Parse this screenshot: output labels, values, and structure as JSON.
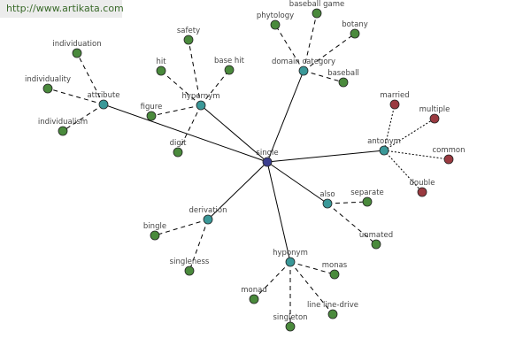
{
  "banner": "http://www.artikata.com",
  "colors": {
    "center": "#3b3e8f",
    "relation": "#3a9898",
    "leaf": "#4a8a3c",
    "antonym_leaf": "#9a3a40"
  },
  "center": {
    "id": "single",
    "label": "single"
  },
  "relations": [
    {
      "id": "attribute",
      "label": "attribute",
      "children": [
        "individuation",
        "individuality",
        "individualism"
      ]
    },
    {
      "id": "hypernym",
      "label": "hypernym",
      "children": [
        "safety",
        "hit",
        "base hit",
        "figure",
        "digit"
      ]
    },
    {
      "id": "domain",
      "label": "domain category",
      "children": [
        "phytology",
        "baseball game",
        "botany",
        "baseball"
      ]
    },
    {
      "id": "antonym",
      "label": "antonym",
      "children": [
        "married",
        "multiple",
        "common",
        "double"
      ]
    },
    {
      "id": "also",
      "label": "also",
      "children": [
        "separate",
        "unmated"
      ]
    },
    {
      "id": "derivation",
      "label": "derivation",
      "children": [
        "bingle",
        "singleness"
      ]
    },
    {
      "id": "hyponym",
      "label": "hyponym",
      "children": [
        "monas",
        "monad",
        "singleton",
        "line line-drive"
      ]
    }
  ]
}
